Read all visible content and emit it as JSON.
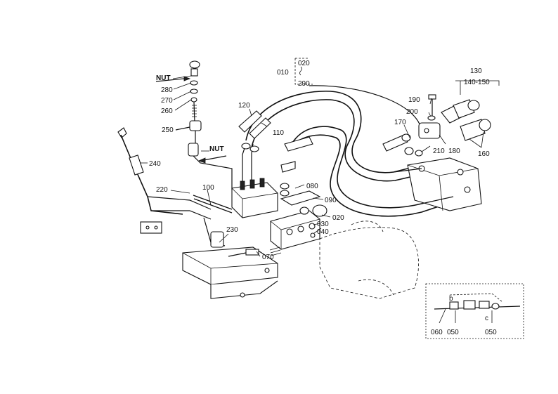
{
  "labels": {
    "nut_top": "NUT",
    "nut_mid": "NUT",
    "p280": "280",
    "p270": "270",
    "p260": "260",
    "p250": "250",
    "p240": "240",
    "p220": "220",
    "p100": "100",
    "p120": "120",
    "p110": "110",
    "p010": "010",
    "p020_top": "020",
    "p290": "290",
    "p080": "080",
    "p090": "090",
    "p020": "020",
    "p030": "030",
    "p040": "040",
    "p230": "230",
    "p070": "070",
    "p130": "130",
    "p140_150": "140-150",
    "p190": "190",
    "p200": "200",
    "p170": "170",
    "p210": "210",
    "p180": "180",
    "p160": "160",
    "inset_060": "060",
    "inset_050a": "050",
    "inset_050b": "050",
    "inset_b": "b",
    "inset_c": "c"
  }
}
